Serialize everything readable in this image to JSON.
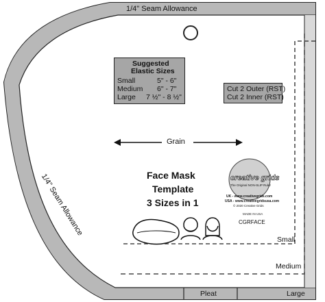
{
  "template": {
    "seam_allowance_top": "1/4\" Seam Allowance",
    "seam_allowance_side": "1/4\" Seam Allowance",
    "elastic": {
      "title_line1": "Suggested",
      "title_line2": "Elastic Sizes",
      "rows": [
        {
          "size": "Small",
          "range": "5\" - 6\""
        },
        {
          "size": "Medium",
          "range": "6\" - 7\""
        },
        {
          "size": "Large",
          "range": "7 ½\" - 8 ½\""
        }
      ]
    },
    "cut": {
      "line1": "Cut 2 Outer (RST)",
      "line2": "Cut 2 Inner (RST)"
    },
    "grain_label": "Grain",
    "title": {
      "line1": "Face Mask",
      "line2": "Template",
      "line3": "3 Sizes in 1"
    },
    "size_lines": {
      "small": "Small",
      "medium": "Medium",
      "large": "Large",
      "pleat": "Pleat"
    },
    "logo": {
      "brand": "creative grids",
      "tagline": "The Original NON-SLIP Ruler",
      "uk": "UK - www.creativegrids.com",
      "usa": "USA - www.creativegridsusa.com",
      "copyright": "© 2020 Creative Grids",
      "made_in": "MADE IN USA"
    },
    "product_code": "CGRFACE"
  }
}
